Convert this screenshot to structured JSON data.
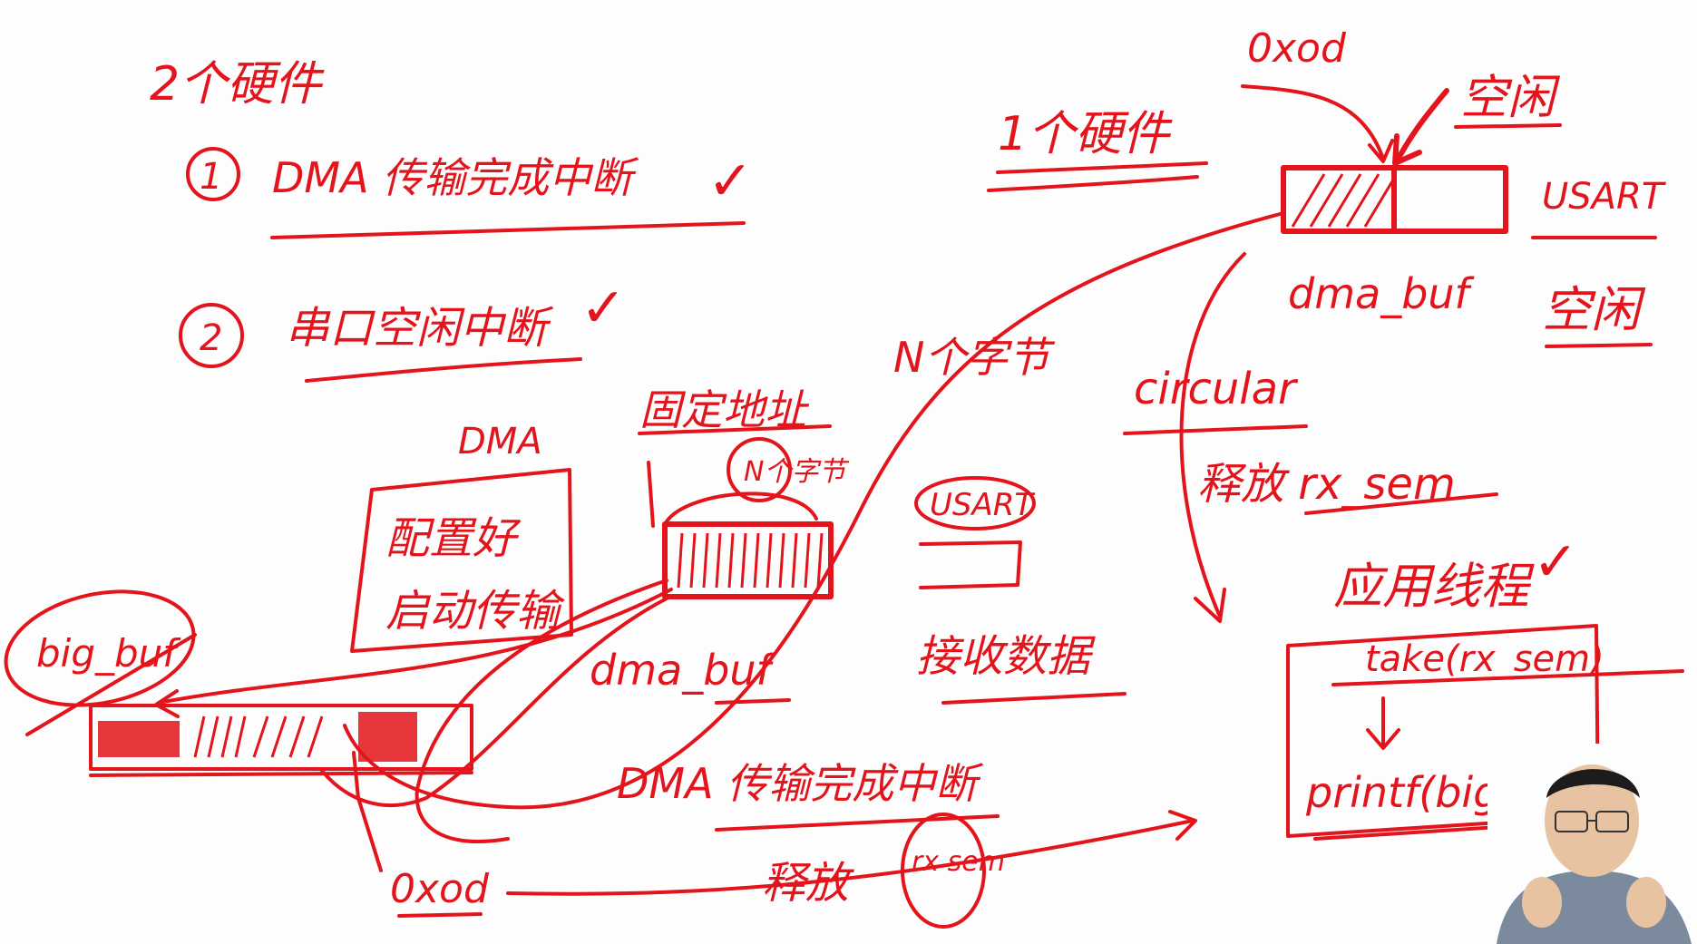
{
  "whiteboard": {
    "left_section": {
      "heading": "2个硬件",
      "items": [
        {
          "number": "①",
          "text": "DMA 传输完成中断",
          "check": "✓"
        },
        {
          "number": "②",
          "text": "串口空闲中断",
          "check": "✓"
        }
      ]
    },
    "right_section": {
      "heading": "1个硬件",
      "register_label": "0xod",
      "idle_label": "空闲",
      "usart_label": "USART",
      "usart_idle_label": "空闲",
      "buffer_label": "dma_buf",
      "mode_label": "circular",
      "release_label": "释放 rx_sem",
      "app_label": "应用线程",
      "app_check": "✓",
      "code_lines": [
        "take(rx_sem)",
        "printf(big_buf"
      ]
    },
    "middle_section": {
      "bytes_label": "N个字节",
      "fixed_address_label": "固定地址",
      "n_bytes_small": "N个字节",
      "dma_label": "DMA",
      "dma_box_lines": [
        "配置好",
        "启动传输"
      ],
      "dma_buf_label": "dma_buf",
      "usart_label": "USART",
      "receive_label": "接收数据",
      "big_buf_label": "big_buf",
      "register_label": "0xod",
      "dma_complete_label": "DMA 传输完成中断",
      "release_label": "释放",
      "sem_label": "rx sem"
    }
  },
  "colors": {
    "ink": "#e3141b",
    "board": "#fdfdfd"
  }
}
